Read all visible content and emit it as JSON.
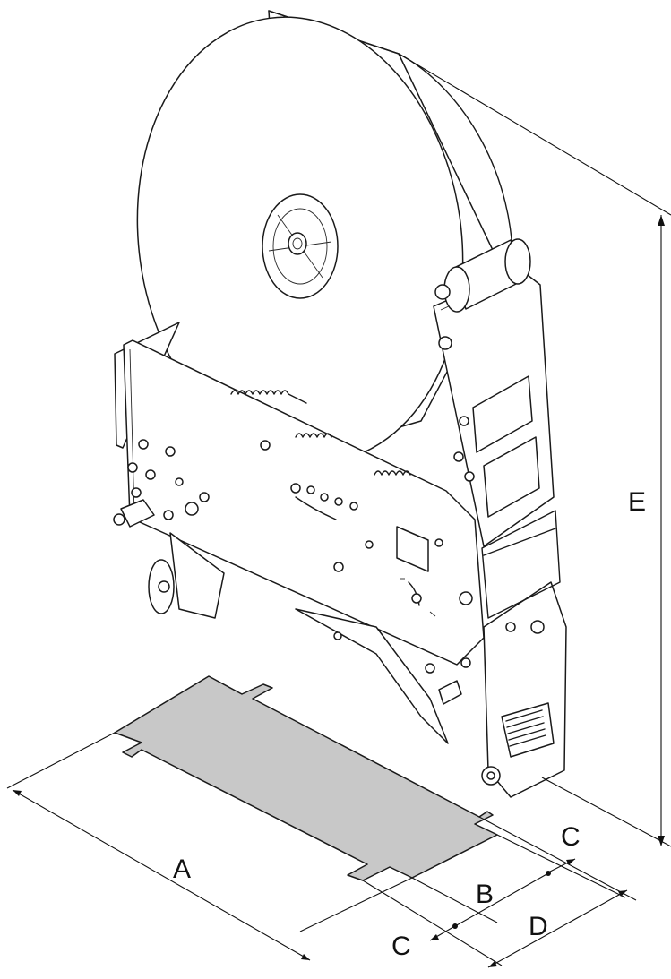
{
  "dimensions": {
    "A": "A",
    "B": "B",
    "C_upper": "C",
    "C_lower": "C",
    "D": "D",
    "E": "E"
  },
  "colors": {
    "line": "#1a1a1a",
    "label_fill": "#c8c8c8",
    "background": "#ffffff"
  }
}
